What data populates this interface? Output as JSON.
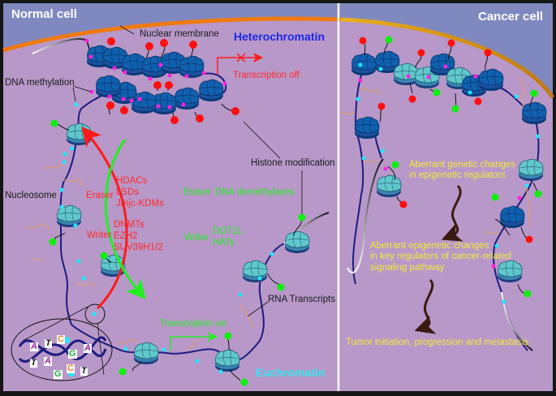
{
  "panels": {
    "left_title": "Normal cell",
    "right_title": "Cancer cell"
  },
  "labels": {
    "nuclear_membrane": "Nuclear membrane",
    "heterochromatin": "Heterochromatin",
    "transcription_off": "Transcription off",
    "dna_methylation": "DNA methylation",
    "histone_modification": "Histone modification",
    "nucleosome": "Nucleosome",
    "rna_transcripts": "RNA Transcripts",
    "transcription_on": "Transcription on",
    "euchromatin": "Euchromatin"
  },
  "red_regulators": {
    "eraser_label": "Eraser",
    "eraser_items": [
      "HDACs",
      "LSDs",
      "Jmjc-KDMs"
    ],
    "writer_label": "Writer",
    "writer_items": [
      "DNMTs",
      "EZH2",
      "SUV39H1/2"
    ]
  },
  "green_regulators": {
    "eraser_label": "Eraser",
    "eraser_items": [
      "DNA demethylases"
    ],
    "writer_label": "Writer",
    "writer_items": [
      "DOT1L",
      "HATs"
    ]
  },
  "dna_bases": {
    "top": [
      "A",
      "T",
      "C",
      "G",
      "A"
    ],
    "bottom": [
      "T",
      "A",
      "G",
      "C",
      "T"
    ]
  },
  "cancer_flow": [
    "Aberrant genetic changes",
    "in epigenetic regulators",
    "Aberrant epigenetic changes",
    "in key regulators of cancer-related",
    "signaling pathway",
    "Tumor initiation, progression and metastasis"
  ],
  "colors": {
    "nucleoplasm": "#b898c8",
    "cytoplasm": "#8088c0",
    "membrane_left": "#f07a10",
    "membrane_right": "#c88a10",
    "heterochromatin_text": "#1a28e8",
    "euchromatin_text": "#33e6f0",
    "closed_nucleosome": "#1060b0",
    "open_nucleosome": "#60c8cc",
    "methyl_mark": "#ff20e0",
    "cyan_mark": "#20e8ff",
    "red_mark": "#ff1010",
    "green_mark": "#10ee10",
    "dna_strand": "#1c1c80",
    "rna": "#e8a060"
  }
}
